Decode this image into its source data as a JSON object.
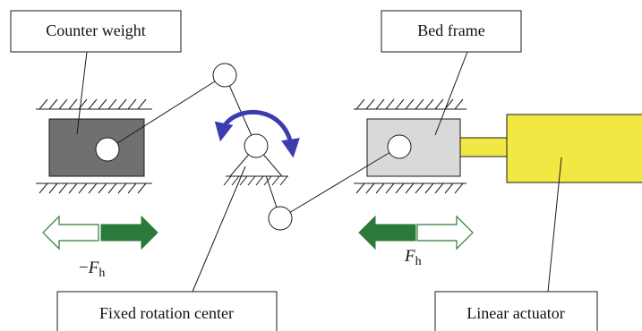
{
  "labels": {
    "counter_weight": "Counter weight",
    "bed_frame": "Bed frame",
    "fixed_rotation_center": "Fixed rotation center",
    "linear_actuator": "Linear actuator"
  },
  "forces": {
    "left": {
      "sign": "−",
      "symbol": "F",
      "subscript": "h"
    },
    "right": {
      "symbol": "F",
      "subscript": "h"
    }
  },
  "colors": {
    "counter_weight_block": "#707070",
    "bed_frame_block": "#d9d9d9",
    "actuator": "#f1e843",
    "force_arrow_green": "#2b7a3a",
    "rotation_arrow": "#3c3cae",
    "line": "#1a1a1a"
  },
  "icons": {
    "rotation": "curved-double-arrow-icon",
    "pivot": "triangle-pivot-icon",
    "ground": "hatched-ground-icon"
  }
}
